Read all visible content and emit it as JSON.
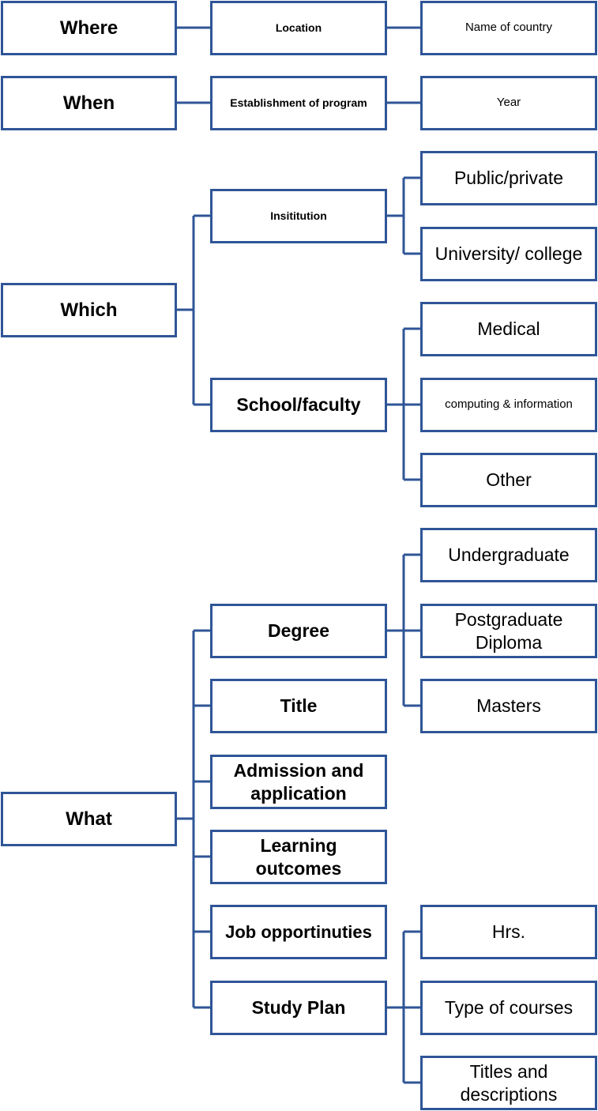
{
  "where": {
    "label": "Where",
    "mid": "Location",
    "leaf": "Name of country"
  },
  "when": {
    "label": "When",
    "mid": "Establishment of program",
    "leaf": "Year"
  },
  "which": {
    "label": "Which",
    "institution": {
      "label": "Insititution",
      "children": [
        "Public/private",
        "University/ college"
      ]
    },
    "school": {
      "label": "School/faculty",
      "children": [
        "Medical",
        "computing & information",
        "Other"
      ]
    }
  },
  "what": {
    "label": "What",
    "degree": {
      "label": "Degree",
      "children": [
        "Undergraduate",
        "Postgraduate Diploma",
        "Masters"
      ]
    },
    "title": "Title",
    "admission": "Admission and application",
    "learning": "Learning outcomes",
    "job": "Job opportinuties",
    "study_plan": {
      "label": "Study Plan",
      "children": [
        "Hrs.",
        "Type of courses",
        "Titles and descriptions"
      ]
    }
  }
}
